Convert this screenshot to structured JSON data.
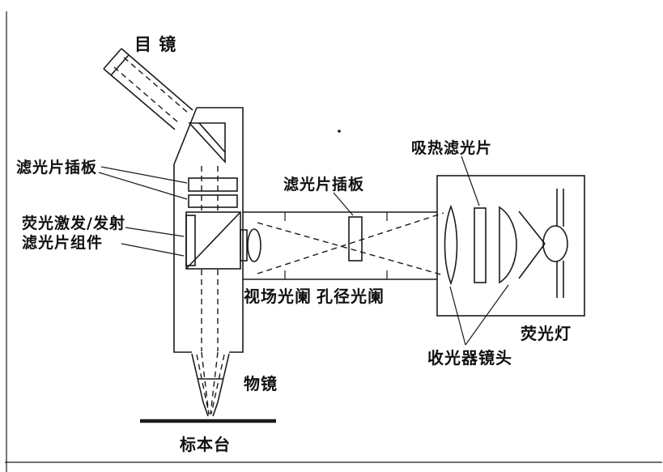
{
  "diagram": {
    "labels": {
      "eyepiece": "目 镜",
      "filter_slide_left": "滤光片插板",
      "fluor_filter_line1": "荧光激发/发射",
      "fluor_filter_line2": "滤光片组件",
      "filter_slide_mid": "滤光片插板",
      "heat_filter": "吸热滤光片",
      "field_stop": "视场光阑",
      "aperture_stop": "孔径光阑",
      "lamp": "荧光灯",
      "collector_lens": "收光器镜头",
      "objective": "物镜",
      "stage": "标本台"
    },
    "colors": {
      "line": "#1a1a1a",
      "background": "#ffffff"
    }
  }
}
